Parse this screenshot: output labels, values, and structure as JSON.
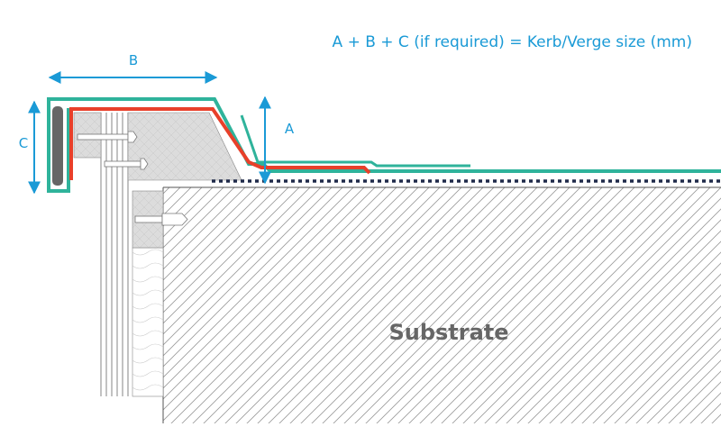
{
  "formula": "A + B + C (if required) = Kerb/Verge size (mm)",
  "labels": {
    "a": "A",
    "b": "B",
    "c": "C",
    "substrate": "Substrate"
  },
  "colors": {
    "teal": "#2fb39b",
    "red": "#e8402a",
    "blue": "#1a9ad6",
    "navy": "#1f2a4a",
    "dark_grey": "#666666",
    "block_grey": "#dcdcdc",
    "hatch": "#9a9a9a"
  }
}
